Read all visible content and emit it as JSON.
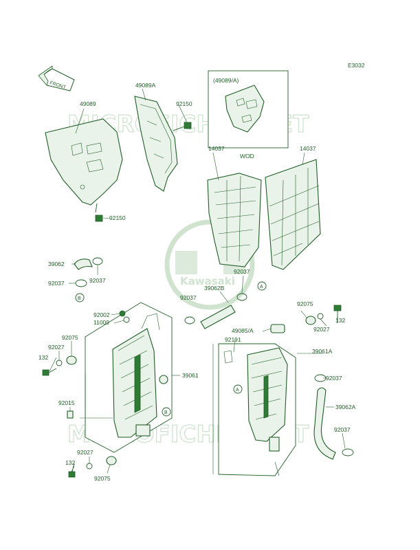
{
  "diagram_code": "E3032",
  "front_label": "FRONT",
  "watermark_top": "MICROFICHES.NET",
  "watermark_bottom": "MICROFICHES.NET",
  "watermark_logo": "Kawasaki",
  "inset": {
    "title": "(49089/A)",
    "caption": "WOD"
  },
  "callouts": {
    "c49089": "49089",
    "c49089a": "49089A",
    "c92150_top": "92150",
    "c92150_bot": "92150",
    "c14037_left": "14037",
    "c14037_right": "14037",
    "c39062": "39062",
    "c92037_a": "92037",
    "c92037_b": "92037",
    "c92037_c": "92037",
    "c92037_d": "92037",
    "c92037_e": "92037",
    "c92037_f": "92037",
    "c39062b": "39062B",
    "c92075_r": "92075",
    "c132_r": "132",
    "c92027_r": "92027",
    "c49085a": "49085/A",
    "c92002": "92002",
    "c11009": "11009",
    "c92191": "92191",
    "c39061a": "39061A",
    "c92075_l": "92075",
    "c92027_l": "92027",
    "c132_l": "132",
    "c39061": "39061",
    "c92015": "92015",
    "c39062a": "39062A",
    "c92027_b": "92027",
    "c132_b": "132",
    "c92075_b": "92075"
  },
  "ref_marks": {
    "a1": "A",
    "a2": "A",
    "b1": "B",
    "b2": "B"
  }
}
